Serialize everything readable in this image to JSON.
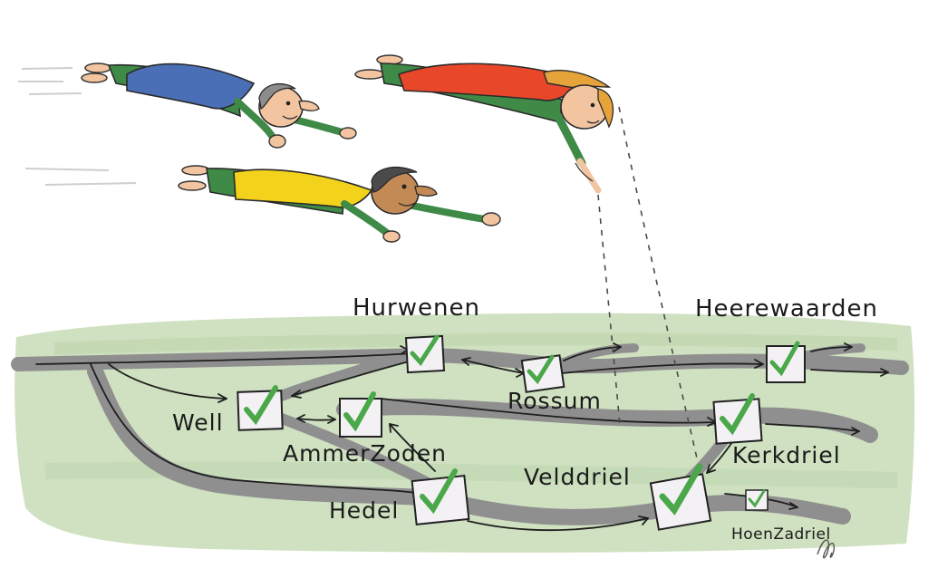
{
  "illustration": {
    "description_colors": {
      "field": "#cfe1c0",
      "road": "#8f8f8f",
      "road_line": "#1f1f1f",
      "check": "#4aa84a",
      "box": "#f4f1f4",
      "cape_blue": "#4a6fb7",
      "cape_red": "#e8472a",
      "cape_yellow": "#f2d21a",
      "suit_green": "#3f8a47"
    },
    "figures": [
      {
        "name": "flying-hero-blue-cape",
        "cape_color": "blue"
      },
      {
        "name": "flying-hero-red-cape",
        "cape_color": "red"
      },
      {
        "name": "flying-hero-yellow-cape",
        "cape_color": "yellow"
      }
    ]
  },
  "places": {
    "hurwenen": "Hurwenen",
    "heerewaarden": "Heerewaarden",
    "rossum": "Rossum",
    "well": "Well",
    "ammerzoden": "AmmerZoden",
    "kerkdriel": "Kerkdriel",
    "velddriel": "Velddriel",
    "hedel": "Hedel",
    "hoenzadriel": "HoenZadriel"
  }
}
